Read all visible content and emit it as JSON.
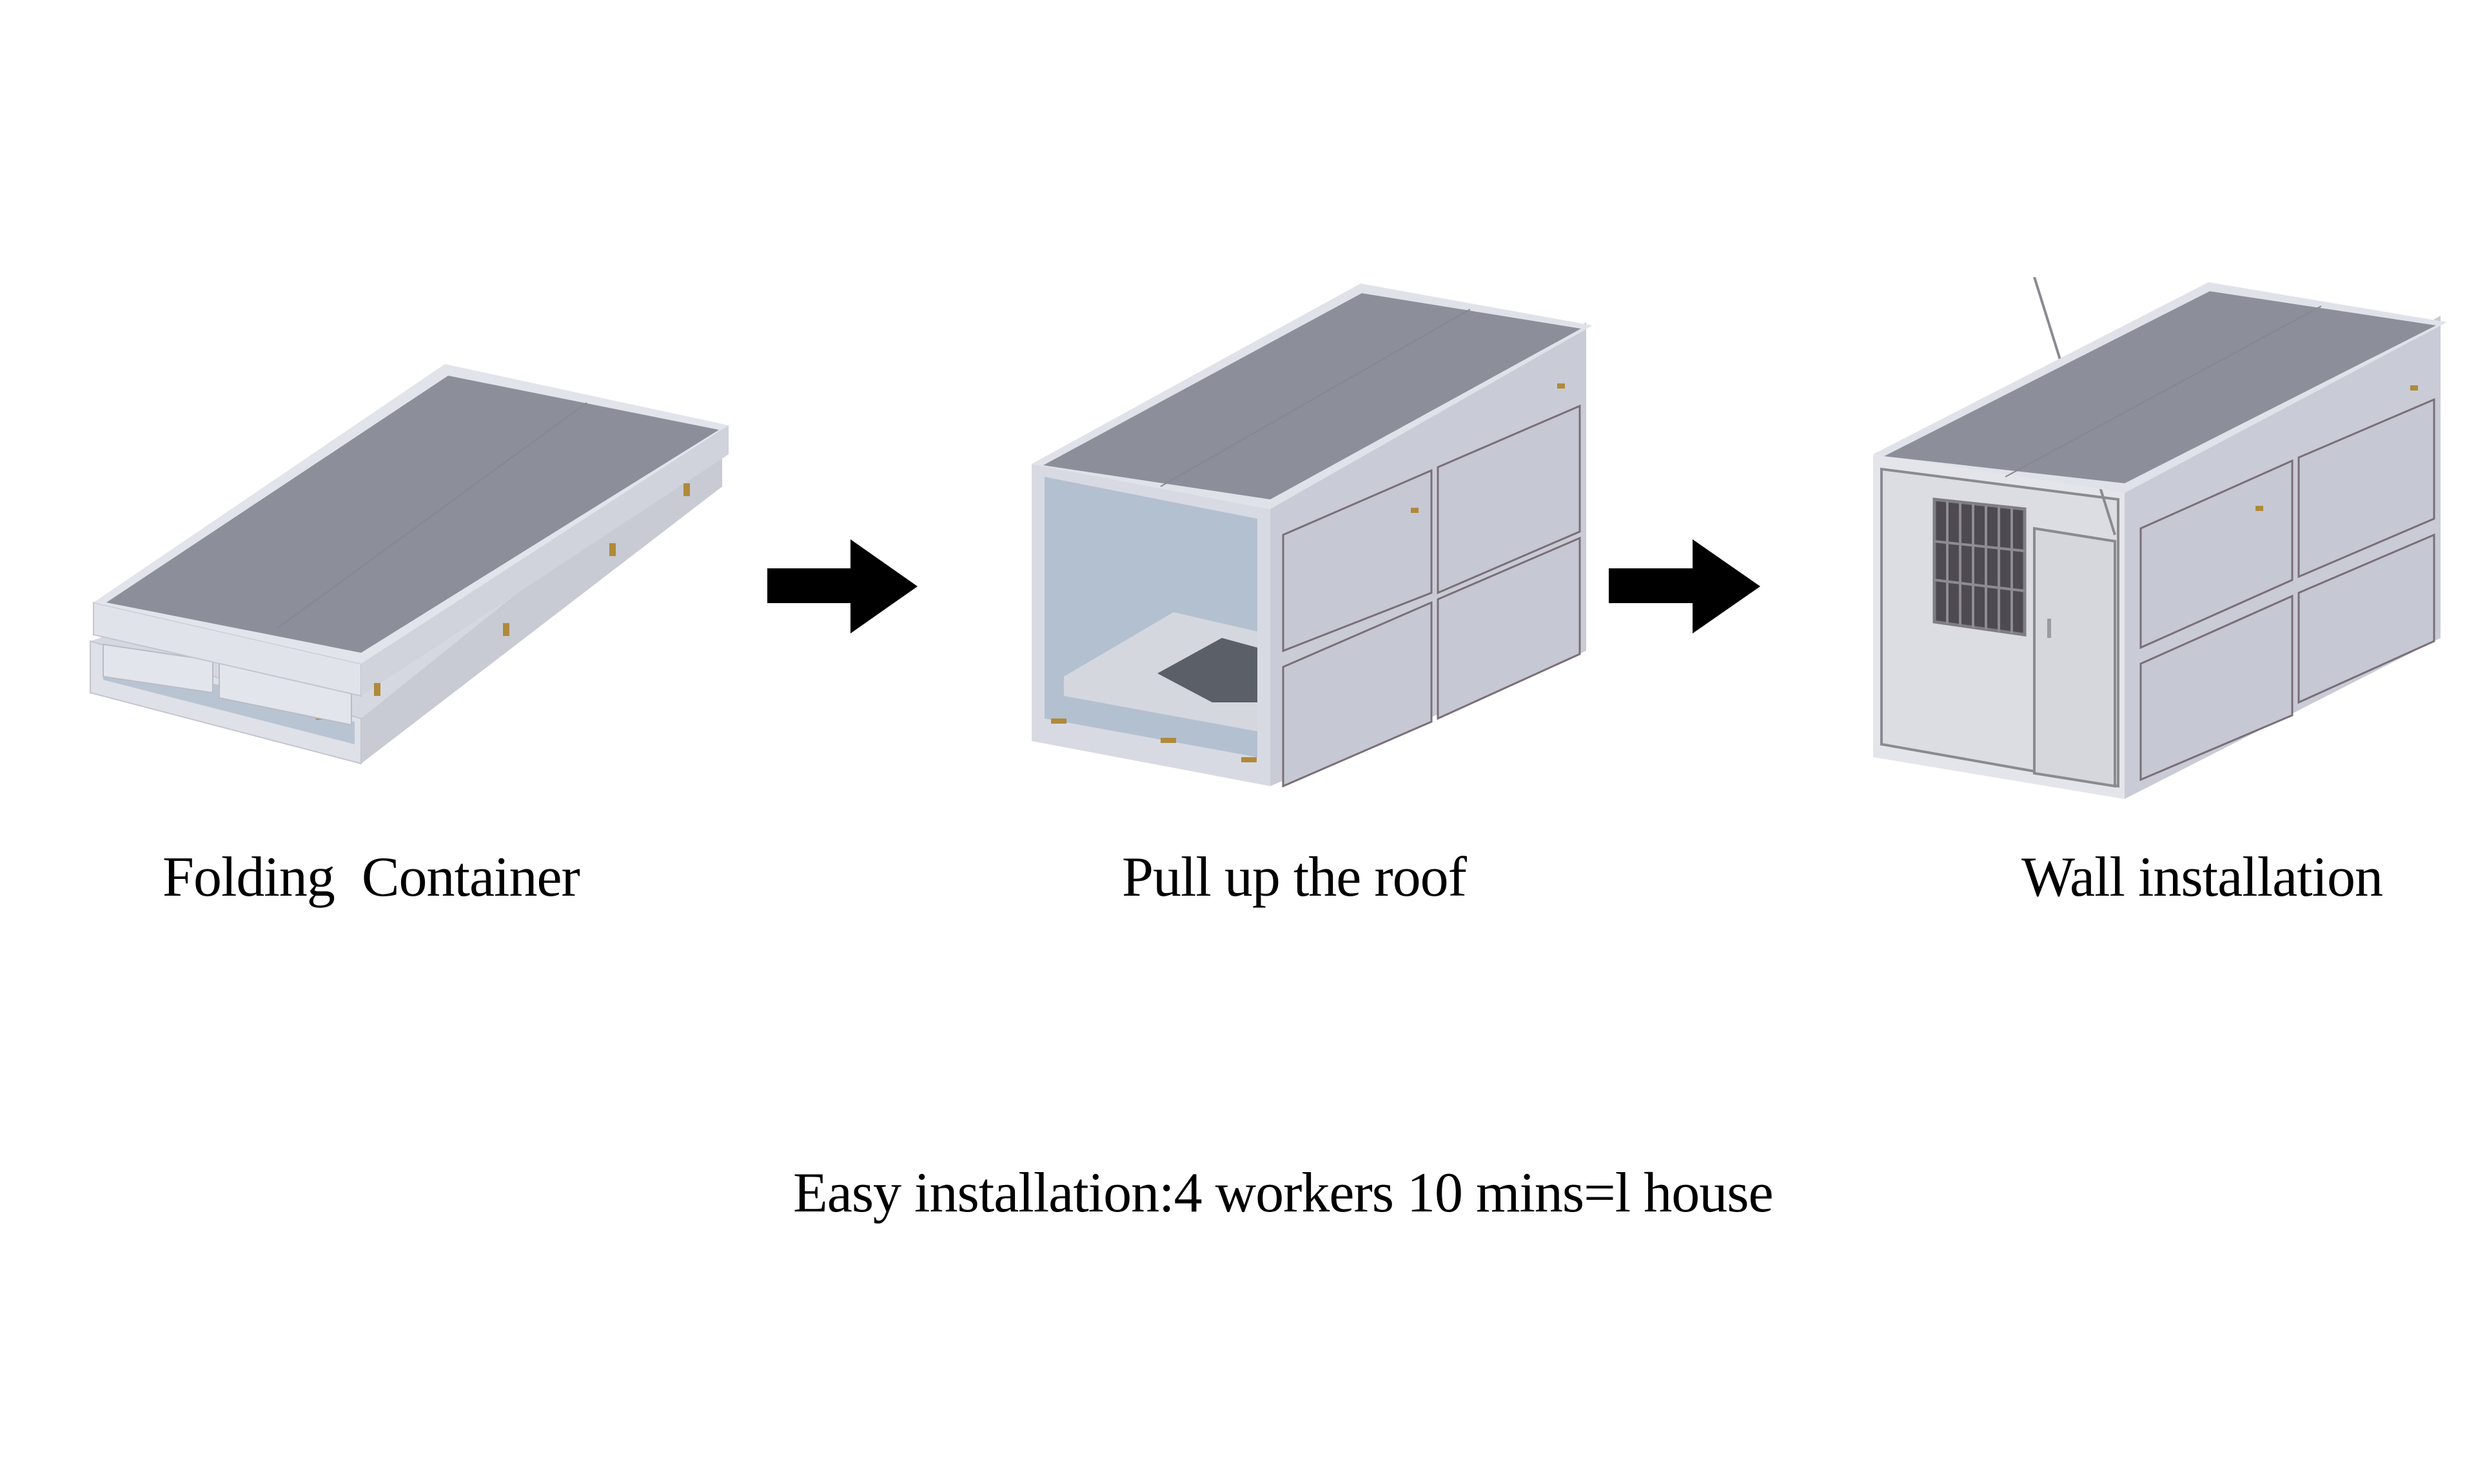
{
  "steps": [
    {
      "label": "Folding  Container",
      "illustration": "folded-container"
    },
    {
      "label": "Pull up the roof",
      "illustration": "open-frame-container"
    },
    {
      "label": "Wall installation",
      "illustration": "finished-container-house"
    }
  ],
  "arrows": [
    "arrow-right-icon",
    "arrow-right-icon"
  ],
  "footer": {
    "text": "Easy installation:4 workers 10 mins=l house"
  },
  "colors": {
    "background": "#ffffff",
    "roof": "#8c8f99",
    "frame": "#d8dae3",
    "wall_panel": "#c9cbd6",
    "panel_trim": "#7a6f78",
    "hinge": "#b08a3a",
    "window_bars": "#6d6a70",
    "arrow": "#000000",
    "text": "#000000"
  }
}
